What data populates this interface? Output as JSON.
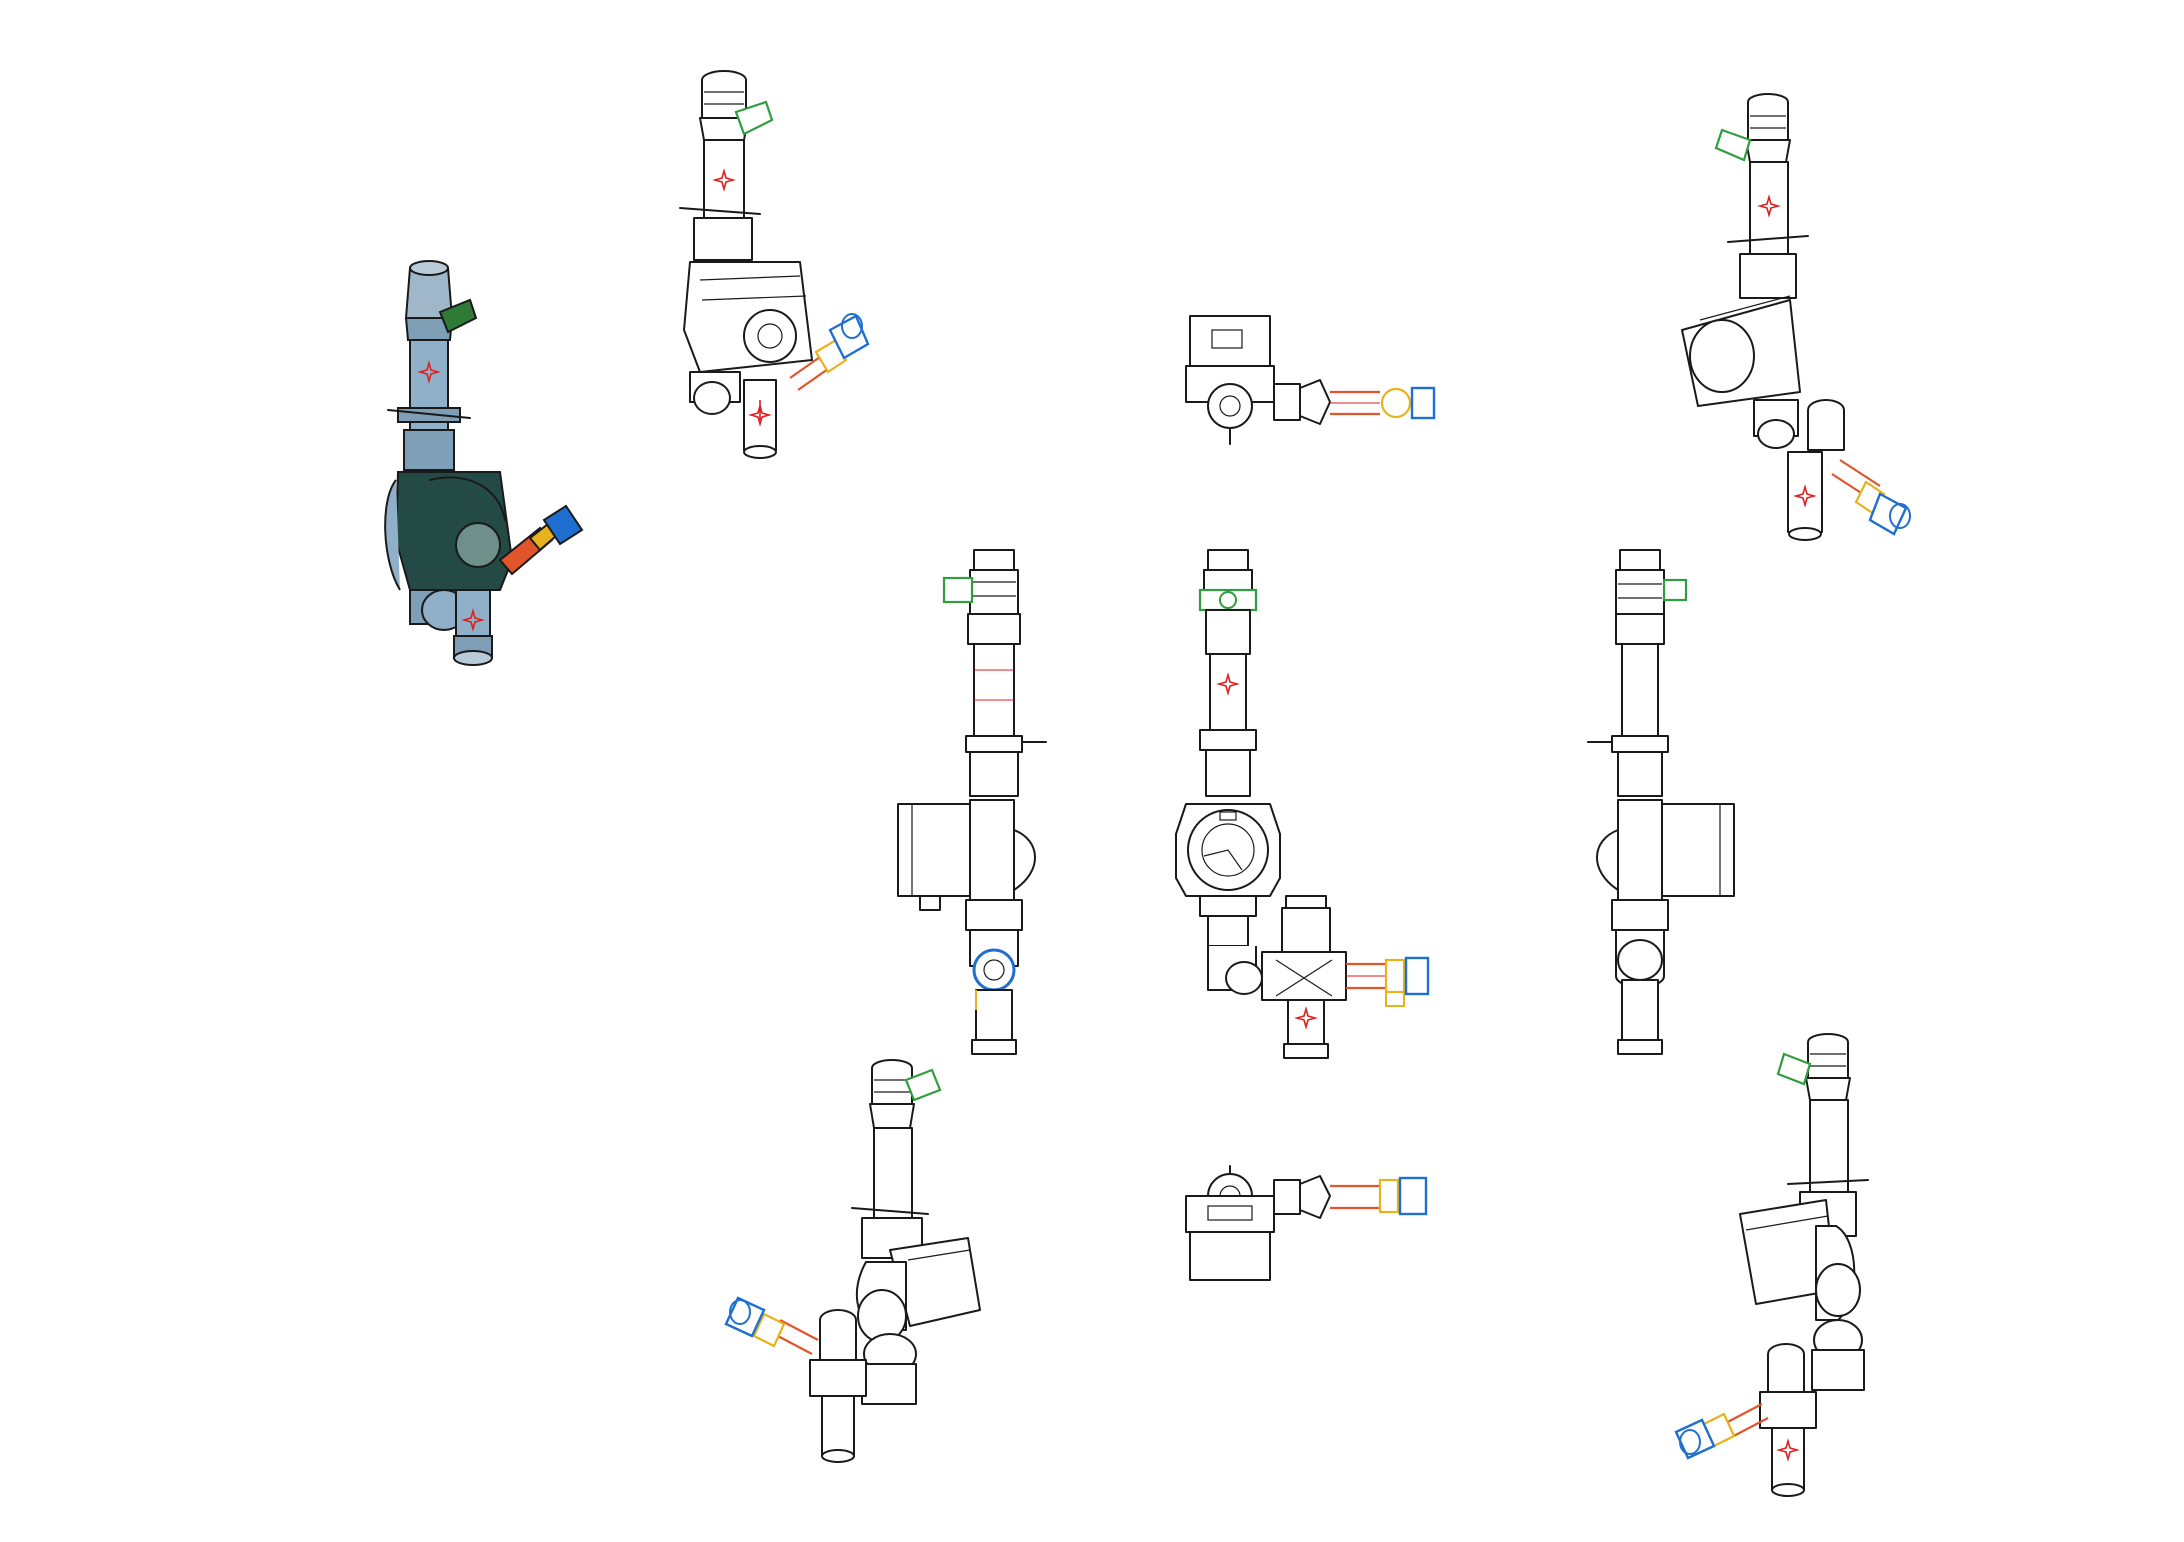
{
  "sheet": {
    "background": "#ffffff",
    "description_free": true
  },
  "palette": {
    "outline": "#1a1a1a",
    "valve_handle": "#2e9e3e",
    "sensor_pipe": "#e0562a",
    "fitting_brass": "#e8b21c",
    "cap_blue": "#1f6fd1",
    "marker_red": "#e01e1e",
    "shaded_body": "#234a45",
    "shaded_pipe": "#8fb0c8"
  },
  "views": [
    {
      "id": "iso-shaded",
      "icon": "pump-assembly-isometric-shaded-icon"
    },
    {
      "id": "iso-top-left",
      "icon": "pump-assembly-isometric-icon"
    },
    {
      "id": "top-view",
      "icon": "pump-assembly-top-icon"
    },
    {
      "id": "iso-top-right",
      "icon": "pump-assembly-isometric-icon"
    },
    {
      "id": "side-left",
      "icon": "pump-assembly-side-icon"
    },
    {
      "id": "front",
      "icon": "pump-assembly-front-icon"
    },
    {
      "id": "side-right",
      "icon": "pump-assembly-side-icon"
    },
    {
      "id": "iso-bottom-left",
      "icon": "pump-assembly-isometric-icon"
    },
    {
      "id": "bottom-view",
      "icon": "pump-assembly-bottom-icon"
    },
    {
      "id": "iso-bottom-right",
      "icon": "pump-assembly-isometric-icon"
    }
  ]
}
